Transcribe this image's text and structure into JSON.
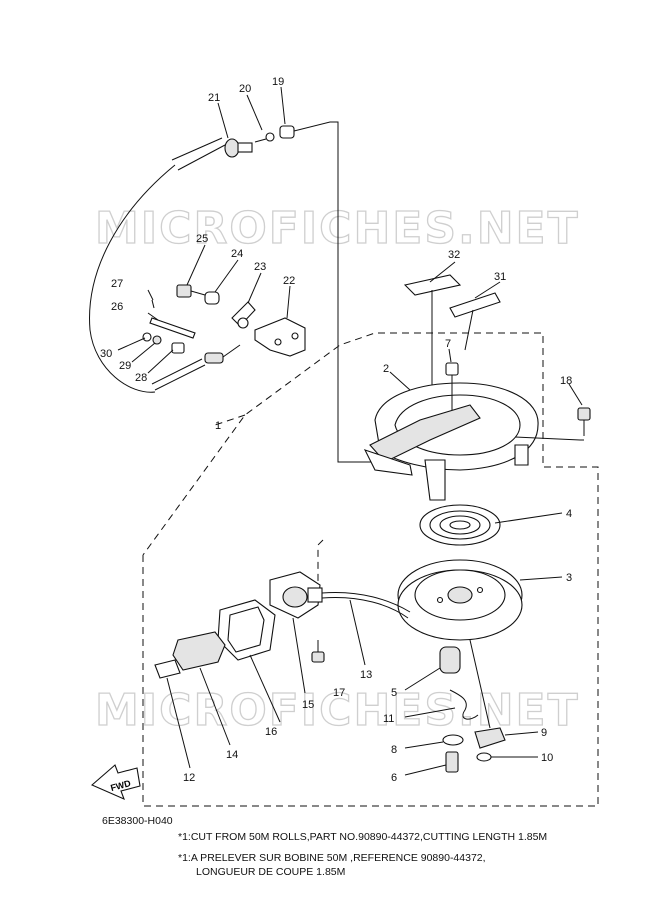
{
  "watermark_text": "MICROFICHES.NET",
  "diagram_code": "6E38300-H040",
  "fwd_label": "FWD",
  "callouts": [
    "1",
    "2",
    "3",
    "4",
    "5",
    "6",
    "7",
    "8",
    "9",
    "10",
    "11",
    "12",
    "13",
    "14",
    "15",
    "16",
    "17",
    "18",
    "19",
    "20",
    "21",
    "22",
    "23",
    "24",
    "25",
    "26",
    "27",
    "28",
    "29",
    "30",
    "31",
    "32"
  ],
  "notes": {
    "line1": "*1:CUT FROM 50M ROLLS,PART NO.90890-44372,CUTTING LENGTH 1.85M",
    "line2": "*1:A PRELEVER SUR BOBINE 50M ,REFERENCE 90890-44372,",
    "line3": "LONGUEUR DE COUPE 1.85M"
  }
}
